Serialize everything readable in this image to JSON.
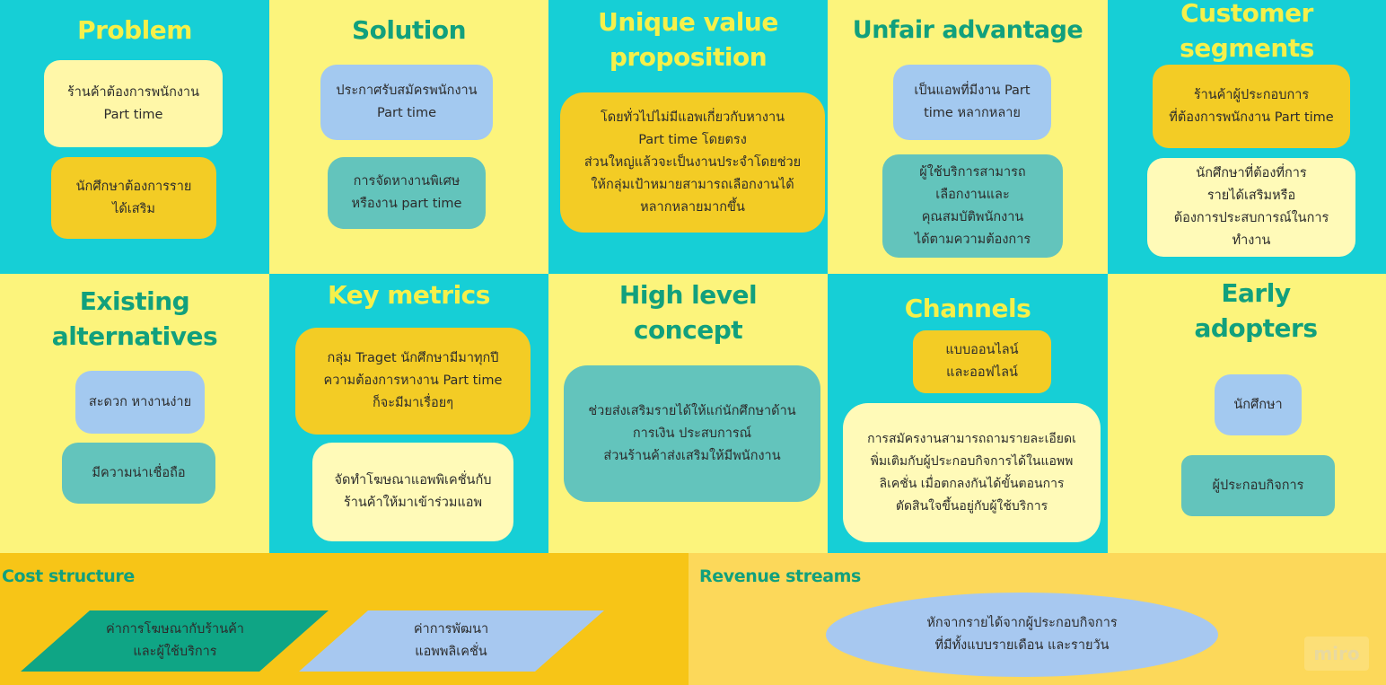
{
  "colors": {
    "teal": "#16cfd6",
    "yellow": "#fcf47c",
    "title_yellow": "#f5f04a",
    "title_green": "#11a07d",
    "cost_bg": "#f7c517",
    "revenue_bg": "#fcd85a"
  },
  "problem": {
    "title": "Problem",
    "notes": [
      "ร้านค้าต้องการพนักงาน\nPart time",
      "นักศึกษาต้องการราย\nได้เสริม"
    ]
  },
  "solution": {
    "title": "Solution",
    "notes": [
      "ประกาศรับสมัครพนักงาน\nPart time",
      "การจัดหางานพิเศษ\nหรืองาน part time"
    ]
  },
  "uvp": {
    "title": "Unique value\nproposition",
    "notes": [
      "โดยทั่วไปไม่มีแอพเกี่ยวกับหางาน\nPart time โดยตรง\nส่วนใหญ่แล้วจะเป็นงานประจำโดยช่วย\nให้กลุ่มเป้าหมายสามารถเลือกงานได้\nหลากหลายมากขึ้น"
    ]
  },
  "unfair": {
    "title": "Unfair advantage",
    "notes": [
      "เป็นแอพที่มีงาน Part\ntime หลากหลาย",
      "ผู้ใช้บริการสามารถ\nเลือกงานและ\nคุณสมบัติพนักงาน\nได้ตามความต้องการ"
    ]
  },
  "segments": {
    "title": "Customer\nsegments",
    "notes": [
      "ร้านค้าผู้ประกอบการ\nที่ต้องการพนักงาน Part time",
      "นักศึกษาที่ต้องที่การ\nรายได้เสริมหรือ\nต้องการประสบการณ์ในการ\nทำงาน"
    ]
  },
  "alternatives": {
    "title": "Existing\nalternatives",
    "notes": [
      "สะดวก หางานง่าย",
      "มีความน่าเชื่อถือ"
    ]
  },
  "metrics": {
    "title": "Key metrics",
    "notes": [
      "กลุ่ม Traget นักศึกษามีมาทุกปี\nความต้องการหางาน Part time\nก็จะมีมาเรื่อยๆ",
      "จัดทำโฆษณาแอพพิเคชั่นกับ\nร้านค้าให้มาเข้าร่วมแอพ"
    ]
  },
  "concept": {
    "title": "High level\nconcept",
    "notes": [
      "ช่วยส่งเสริมรายได้ให้แก่นักศึกษาด้าน\nการเงิน ประสบการณ์\nส่วนร้านค้าส่งเสริมให้มีพนักงาน"
    ]
  },
  "channels": {
    "title": "Channels",
    "notes": [
      "แบบออนไลน์\nและออฟไลน์",
      "การสมัครงานสามารถถามรายละเอียดเ\nพิ่มเติมกับผู้ประกอบกิจการได้ในแอพพ\nลิเคชั่น เมื่อตกลงกันได้ขั้นตอนการ\nตัดสินใจขึ้นอยู่กับผู้ใช้บริการ"
    ]
  },
  "adopters": {
    "title": "Early\nadopters",
    "notes": [
      "นักศึกษา",
      "ผู้ประกอบกิจการ"
    ]
  },
  "cost": {
    "title": "Cost structure",
    "items": [
      "ค่าการโฆษณากับร้านค้า\nและผู้ใช้บริการ",
      "ค่าการพัฒนา\nแอพพลิเคชั่น"
    ]
  },
  "revenue": {
    "title": "Revenue streams",
    "items": [
      "หักจากรายได้จากผู้ประกอบกิจการ\nที่มีทั้งแบบรายเดือน และรายวัน"
    ]
  },
  "watermark": "miro"
}
